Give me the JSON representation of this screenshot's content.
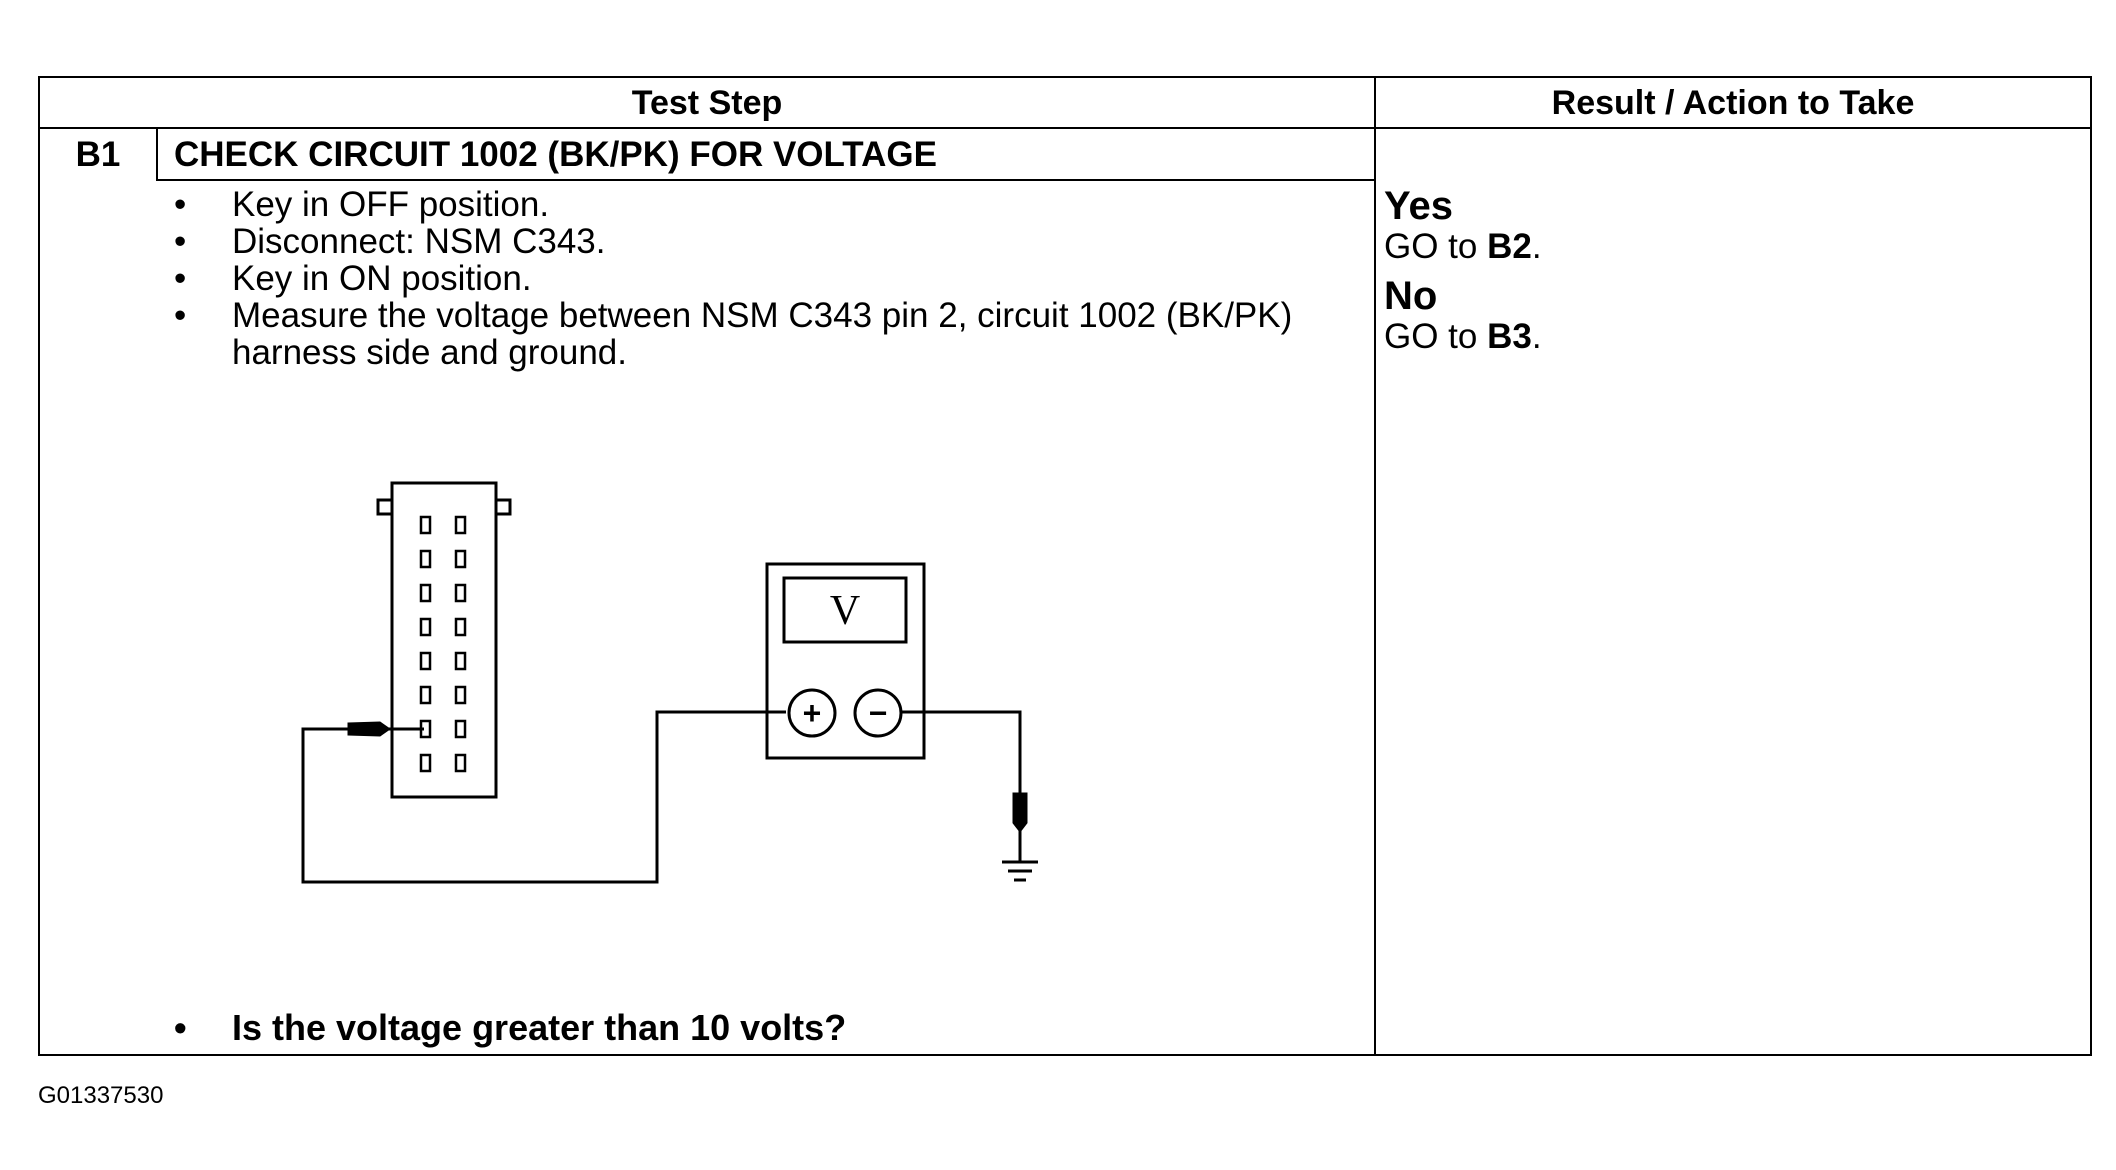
{
  "table": {
    "header_test_step": "Test Step",
    "header_result": "Result / Action to Take"
  },
  "step": {
    "id": "B1",
    "title": "CHECK CIRCUIT 1002 (BK/PK) FOR VOLTAGE",
    "bullet_symbol": "•",
    "instructions": [
      "Key in OFF position.",
      "Disconnect: NSM C343.",
      "Key in ON position.",
      "Measure the voltage between NSM C343 pin 2, circuit 1002 (BK/PK) harness side and ground."
    ],
    "question": "Is the voltage greater than 10 volts?"
  },
  "diagram": {
    "meter_display": "V",
    "plus_symbol": "+",
    "minus_symbol": "−"
  },
  "results": {
    "yes": {
      "label": "Yes",
      "prefix": "GO to ",
      "target": "B2",
      "suffix": "."
    },
    "no": {
      "label": "No",
      "prefix": "GO to ",
      "target": "B3",
      "suffix": "."
    }
  },
  "figure_code": "G01337530"
}
